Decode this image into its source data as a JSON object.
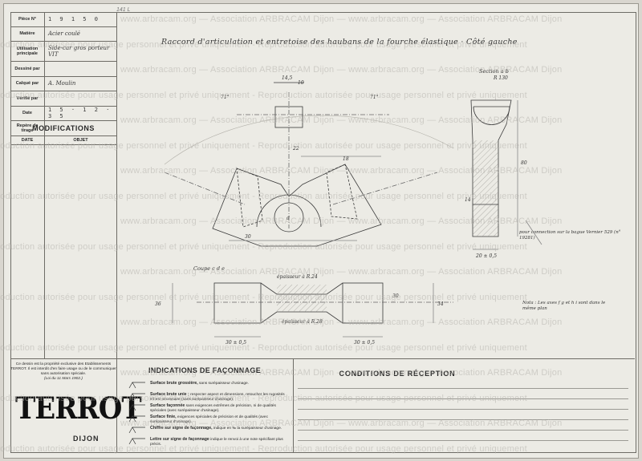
{
  "corner_note": "141 L",
  "title_block": {
    "rows": [
      {
        "label": "Pièce N°",
        "value": "1 9 1 5 0",
        "mono": true
      },
      {
        "label": "Matière",
        "value": "Acier coulé"
      },
      {
        "label": "Utilisation principale",
        "value": "Side-car gros porteur VIT"
      },
      {
        "label": "Dessiné par",
        "value": ""
      },
      {
        "label": "Calqué par",
        "value": "A. Moulin"
      },
      {
        "label": "Vérifié par",
        "value": ""
      },
      {
        "label": "Date",
        "value": "1 5 · 1 2 · 3 5",
        "mono": true
      },
      {
        "label": "Repère de tirage",
        "value": ""
      }
    ]
  },
  "modifications": {
    "title": "MODIFICATIONS",
    "col_date": "DATE",
    "col_objet": "OBJET"
  },
  "legal": {
    "text": "Ce dessin est la propriété exclusive des Etablissements TERROT. Il est interdit d'en faire usage ou de le communiquer sans autorisation spéciale.",
    "law": "(Loi du 11 Mars 1902.)"
  },
  "logo": {
    "brand": "TERROT",
    "city": "DIJON"
  },
  "indications": {
    "title": "INDICATIONS DE FAÇONNAGE",
    "items": [
      {
        "head": "Surface brute grossière,",
        "text": "sans surépaisseur d'usinage."
      },
      {
        "head": "Surface brute unie ;",
        "text": "respecter aspect et dimensions, retoucher les rugosités s'il est nécessaire (sans surépaisseur d'usinage)."
      },
      {
        "head": "Surface façonnée",
        "text": "sans exigences extrêmes de précision, ni de qualités spéciales (avec surépaisseur d'usinage)."
      },
      {
        "head": "Surface finie,",
        "text": "exigences spéciales de précision et de qualités (avec surépaisseur d'usinage)."
      },
      {
        "head": "Chiffre sur signe de façonnage,",
        "text": "indique en ‰ la surépaisseur d'usinage."
      },
      {
        "head": "Lettre sur signe de façonnage",
        "text": "indique le renvoi à une note spécifiant plus précis."
      }
    ]
  },
  "conditions": {
    "title": "CONDITIONS DE RÉCEPTION"
  },
  "drawing": {
    "title": "Raccord d'articulation et entretoise des haubans de la fourche élastique · Côté gauche",
    "section_ab": "Section a b",
    "coupe_cde": "Coupe c d e",
    "note_right": "pour connection sur la bague Vernier 529 (n° 19281)",
    "note_bottom": "Nota : Les axes f g et h i sont dans le même plan",
    "dims": {
      "top_width": "14,5",
      "top_height": "10",
      "angle1": "71°",
      "angle2": "71°",
      "d22": "22",
      "r_top": "R 130",
      "c18": "18",
      "c30": "30",
      "thick1": "épaisseur à R.24",
      "thick2": "épaisseur à R.28",
      "w1": "30 ± 0,5",
      "w2": "30 ± 0,5",
      "h36": "36",
      "h34": "34",
      "h30": "30",
      "t20": "20 ± 0,5",
      "v80": "80",
      "t14": "14",
      "hole_d": "d"
    }
  },
  "watermarks": [
    "www.arbracam.org — Association ARBRACAM Dijon — www.arbracam.org — Association ARBRACAM Dijon",
    "production autorisée pour usage personnel et privé uniquement - Reproduction autorisée pour usage personnel et privé uniquement",
    "www.arbracam.org — Association ARBRACAM Dijon — www.arbracam.org — Association ARBRACAM Dijon",
    "production autorisée pour usage personnel et privé uniquement - Reproduction autorisée pour usage personnel et privé uniquement",
    "www.arbracam.org — Association ARBRACAM Dijon — www.arbracam.org — Association ARBRACAM Dijon",
    "production autorisée pour usage personnel et privé uniquement - Reproduction autorisée pour usage personnel et privé uniquement",
    "www.arbracam.org — Association ARBRACAM Dijon — www.arbracam.org — Association ARBRACAM Dijon",
    "production autorisée pour usage personnel et privé uniquement - Reproduction autorisée pour usage personnel et privé uniquement",
    "www.arbracam.org — Association ARBRACAM Dijon — www.arbracam.org — Association ARBRACAM Dijon",
    "production autorisée pour usage personnel et privé uniquement - Reproduction autorisée pour usage personnel et privé uniquement",
    "www.arbracam.org — Association ARBRACAM Dijon — www.arbracam.org — Association ARBRACAM Dijon",
    "production autorisée pour usage personnel et privé uniquement - Reproduction autorisée pour usage personnel et privé uniquement",
    "www.arbracam.org — Association ARBRACAM Dijon — www.arbracam.org — Association ARBRACAM Dijon",
    "production autorisée pour usage personnel et privé uniquement - Reproduction autorisée pour usage personnel et privé uniquement",
    "www.arbracam.org — Association ARBRACAM Dijon — www.arbracam.org — Association ARBRACAM Dijon",
    "production autorisée pour usage personnel et privé uniquement - Reproduction autorisée pour usage personnel et privé uniquement",
    "www.arbracam.org — Association ARBRACAM Dijon — www.arbracam.org — Association ARBRACAM Dijon",
    "production autorisée pour usage personnel et privé uniquement - Reproduction autorisée pour usage personnel et privé uniquement"
  ]
}
